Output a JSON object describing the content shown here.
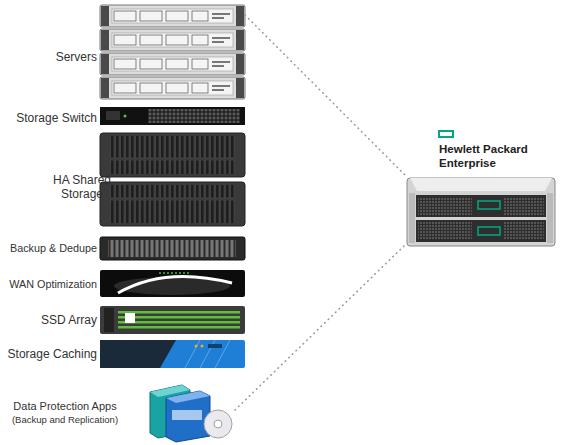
{
  "diagram": {
    "nodes": [
      {
        "text": [
          "Servers"
        ]
      },
      {
        "text": [
          "Storage Switch"
        ]
      },
      {
        "text": [
          "HA Shared Storage"
        ]
      },
      {
        "text": [
          "Backup & Dedupe"
        ]
      },
      {
        "text": [
          "WAN Optimization"
        ]
      },
      {
        "text": [
          "SSD Array"
        ]
      },
      {
        "text": [
          "Storage Caching"
        ]
      },
      {
        "text": [
          "Data Protection Apps",
          "(Backup and Replication)"
        ]
      },
      {
        "text": [
          "Hewlett Packard Enterprise"
        ]
      }
    ],
    "edges": [
      {
        "from": 0,
        "to": 8,
        "arrow": "none"
      },
      {
        "from": 7,
        "to": 8,
        "arrow": "none"
      }
    ]
  }
}
